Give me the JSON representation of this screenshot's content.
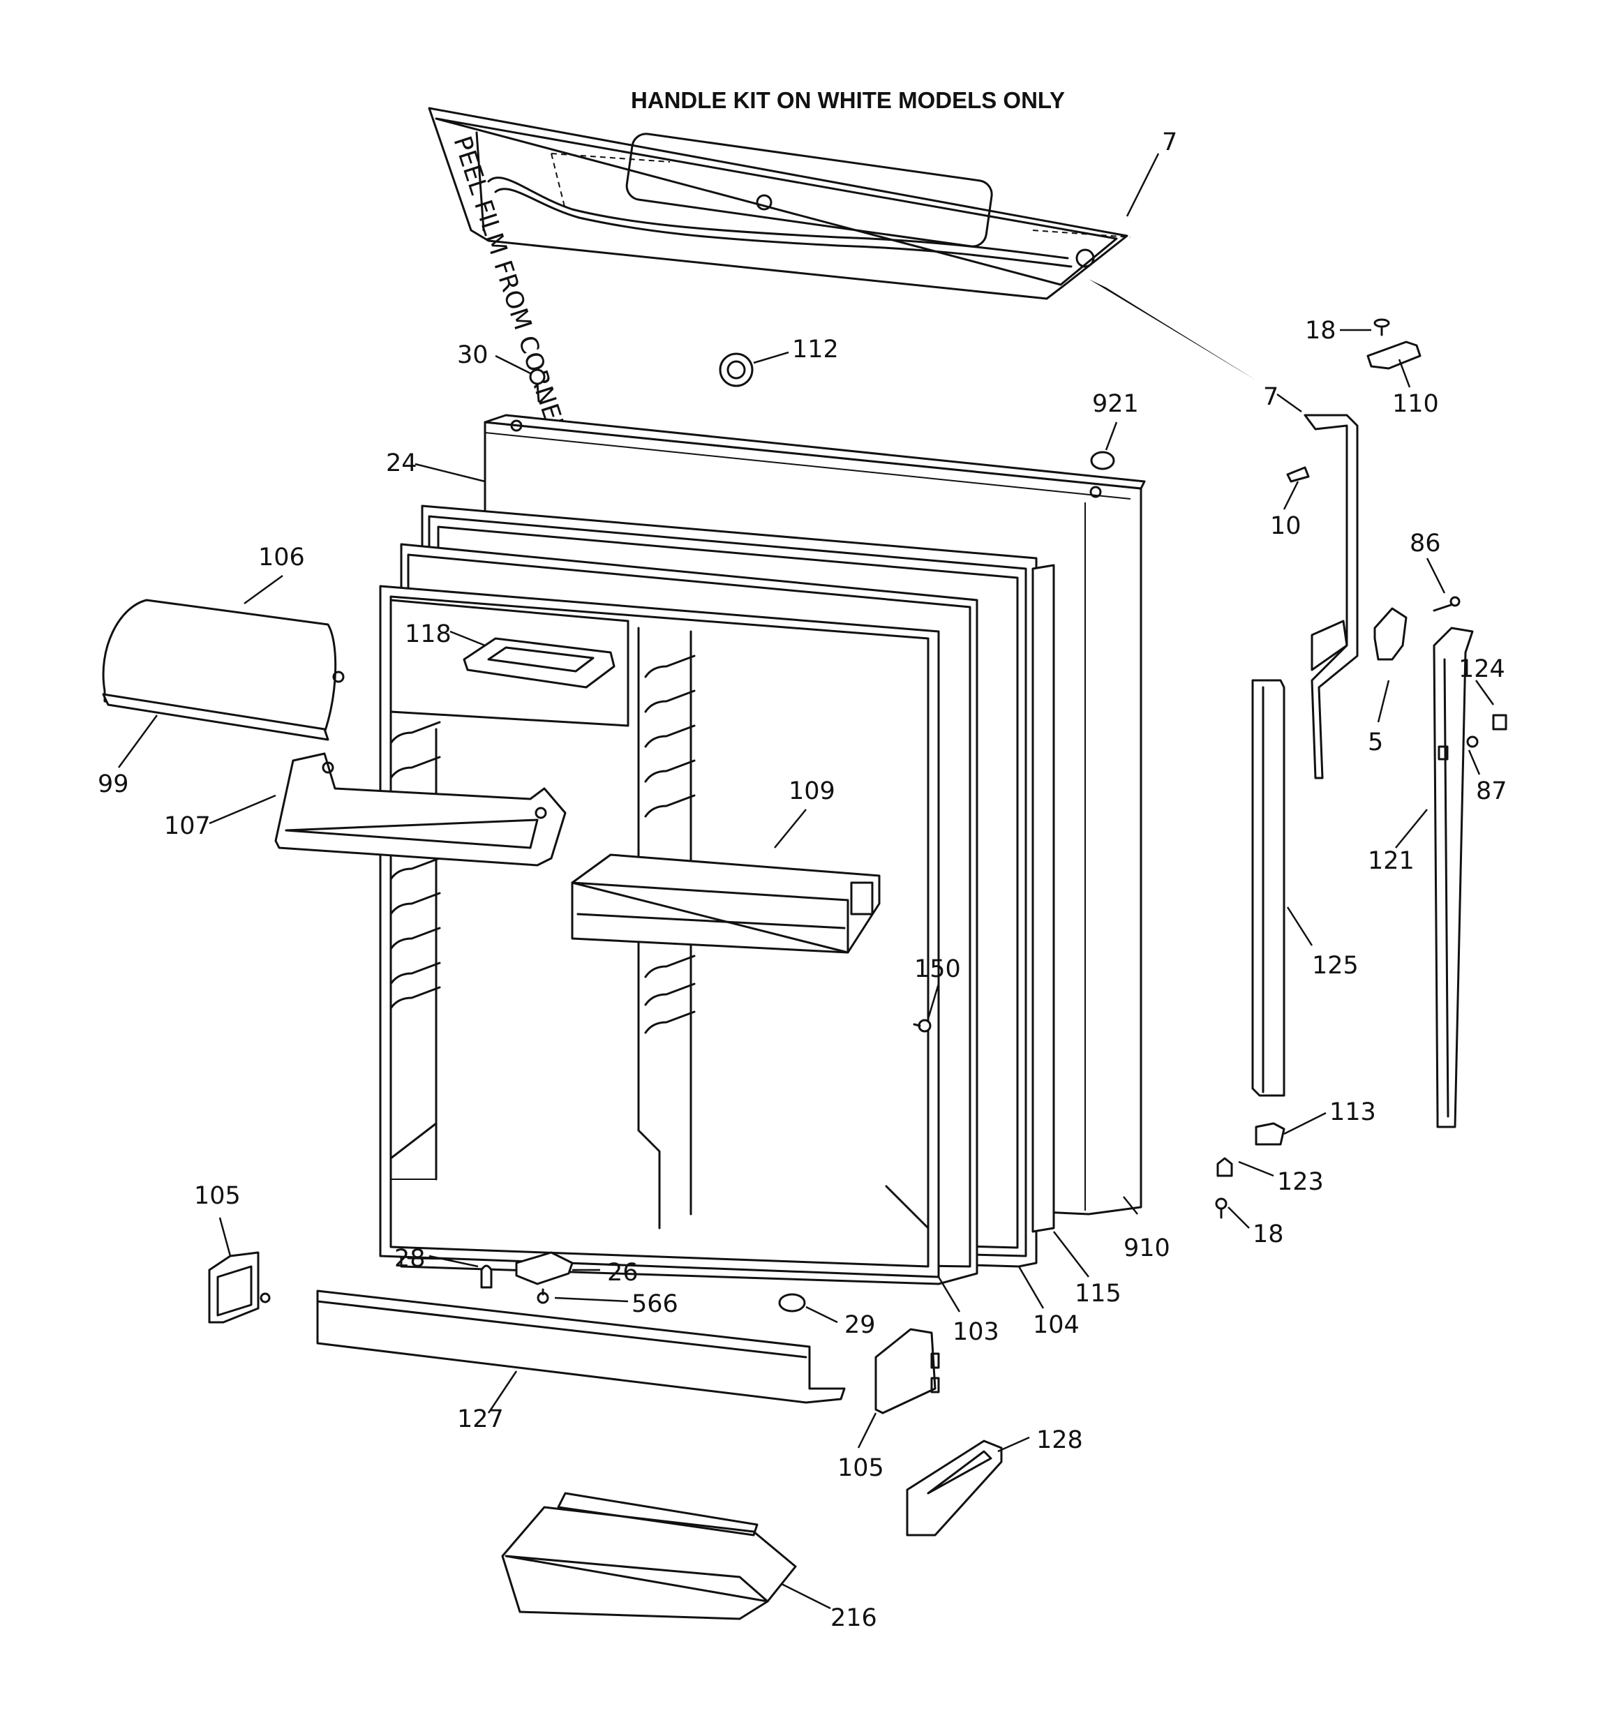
{
  "title": "HANDLE KIT ON WHITE MODELS ONLY",
  "handle_kit_film_text": "PEEL FILM FROM CORNER",
  "callouts": {
    "c7_top": "7",
    "c7_side": "7",
    "c18_top": "18",
    "c110": "110",
    "c112": "112",
    "c30": "30",
    "c921": "921",
    "c24": "24",
    "c10": "10",
    "c86": "86",
    "c106": "106",
    "c118": "118",
    "c124": "124",
    "c5": "5",
    "c87": "87",
    "c99": "99",
    "c109": "109",
    "c107": "107",
    "c121": "121",
    "c125": "125",
    "c150": "150",
    "c113": "113",
    "c123": "123",
    "c105_left": "105",
    "c18_bottom": "18",
    "c910": "910",
    "c28": "28",
    "c26": "26",
    "c566": "566",
    "c115": "115",
    "c29": "29",
    "c103": "103",
    "c104": "104",
    "c127": "127",
    "c105_bottom": "105",
    "c128": "128",
    "c216": "216"
  }
}
